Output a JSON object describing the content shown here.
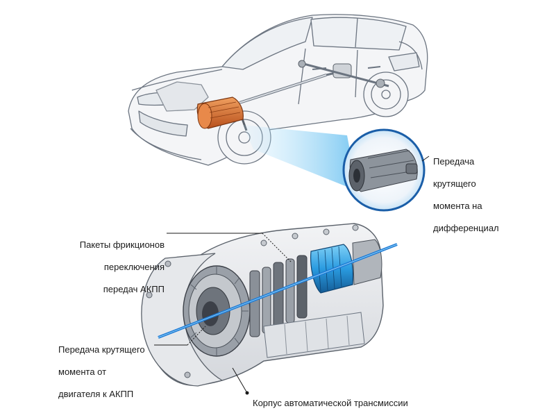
{
  "labels": {
    "torque_to_differential": [
      "Передача",
      "крутящего",
      "момента на",
      "дифференциал"
    ],
    "clutch_packs": [
      "Пакеты фрикционов",
      "переключения",
      "передач АКПП"
    ],
    "torque_from_engine": [
      "Передача крутящего",
      "момента от",
      "двигателя к АКПП"
    ],
    "transmission_housing": "Корпус автоматической трансмиссии"
  },
  "colors": {
    "outline": "#6b7480",
    "body_fill": "#f4f5f7",
    "transmission_highlight": "#d2692a",
    "shaft_blue": "#1f7bd6",
    "glow_blue": "#8fd0f5",
    "inset_ring": "#1a5ea8",
    "clutch_blue": "#2a9be0",
    "metal_dark": "#3c4048",
    "metal_mid": "#9aa0a8"
  }
}
